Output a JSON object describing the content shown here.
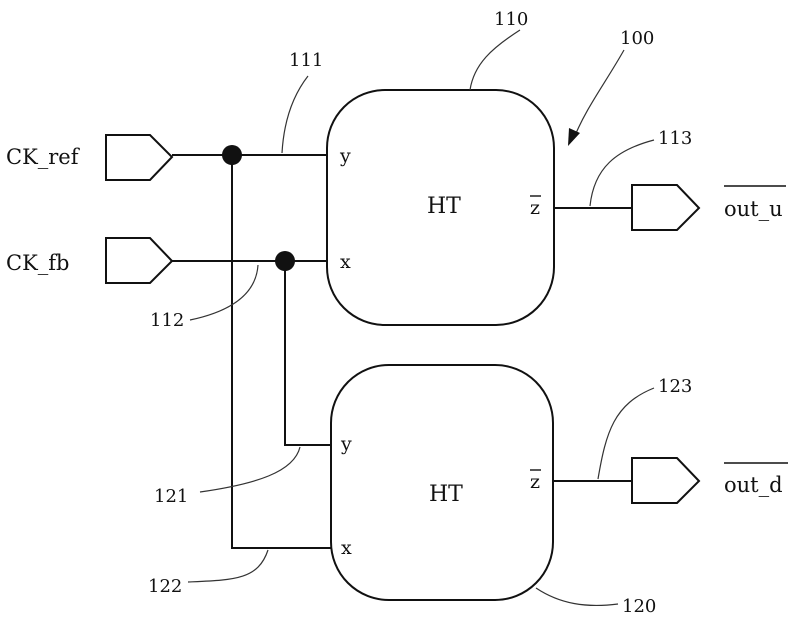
{
  "inputs": {
    "ck_ref": "CK_ref",
    "ck_fb": "CK_fb"
  },
  "outputs": {
    "out_u": "out_u",
    "out_d": "out_d"
  },
  "blocks": [
    {
      "name": "HT",
      "pin_y": "y",
      "pin_x": "x",
      "pin_z": "z"
    },
    {
      "name": "HT",
      "pin_y": "y",
      "pin_x": "x",
      "pin_z": "z"
    }
  ],
  "refs": {
    "system": "100",
    "block_top": "110",
    "wire_111": "111",
    "wire_112": "112",
    "wire_113": "113",
    "block_bottom": "120",
    "wire_121": "121",
    "wire_122": "122",
    "wire_123": "123"
  }
}
